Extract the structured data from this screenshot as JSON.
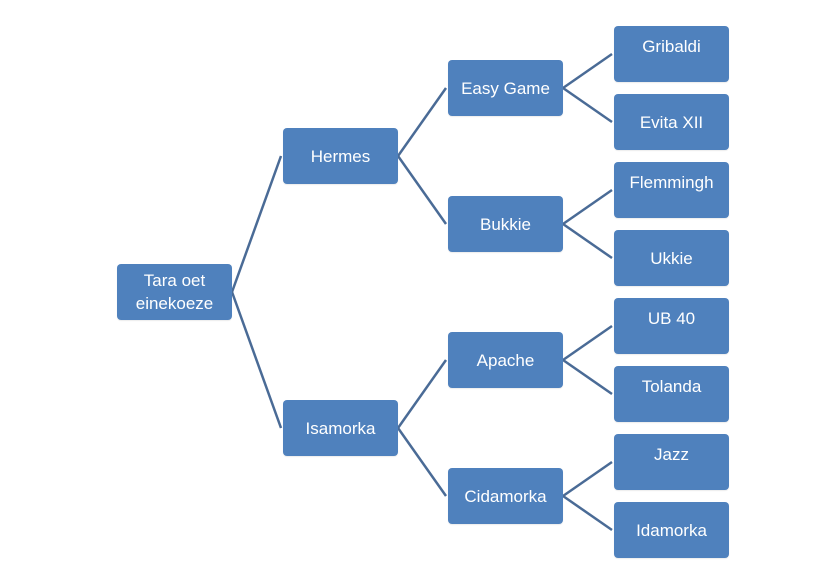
{
  "diagram": {
    "type": "tree",
    "colors": {
      "node_fill": "#4f81bd",
      "connector": "#4a6b96",
      "text": "#ffffff"
    },
    "root": {
      "label": "Tara oet einekoeze"
    },
    "level1": [
      {
        "label": "Hermes"
      },
      {
        "label": "Isamorka"
      }
    ],
    "level2": [
      {
        "label": "Easy Game",
        "parent": "Hermes"
      },
      {
        "label": "Bukkie",
        "parent": "Hermes"
      },
      {
        "label": "Apache",
        "parent": "Isamorka"
      },
      {
        "label": "Cidamorka",
        "parent": "Isamorka"
      }
    ],
    "level3": [
      {
        "label": "Gribaldi",
        "parent": "Easy Game"
      },
      {
        "label": "Evita XII",
        "parent": "Easy Game"
      },
      {
        "label": "Flemmingh",
        "parent": "Bukkie"
      },
      {
        "label": "Ukkie",
        "parent": "Bukkie"
      },
      {
        "label": "UB 40",
        "parent": "Apache"
      },
      {
        "label": "Tolanda",
        "parent": "Apache"
      },
      {
        "label": "Jazz",
        "parent": "Cidamorka"
      },
      {
        "label": "Idamorka",
        "parent": "Cidamorka"
      }
    ]
  }
}
